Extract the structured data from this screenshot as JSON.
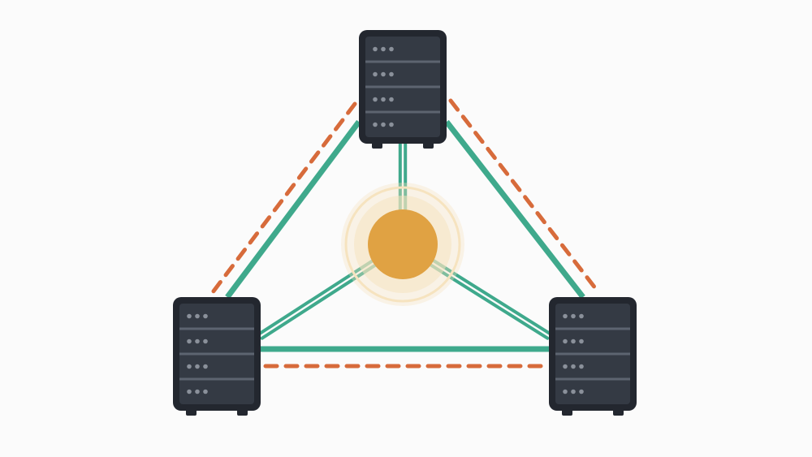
{
  "diagram": {
    "type": "network-topology",
    "colors": {
      "background": "#fbfbfb",
      "server_body": "#23272f",
      "server_slot": "#343a44",
      "server_line": "#5d6470",
      "server_led": "#8a909a",
      "link_solid": "#3fa98c",
      "link_dashed": "#d76b3b",
      "hub_core": "#e0a243",
      "hub_halo": "#f6e3bf"
    },
    "nodes": [
      {
        "id": "server-top",
        "kind": "server",
        "icon": "server-rack-icon",
        "slots": 4
      },
      {
        "id": "server-left",
        "kind": "server",
        "icon": "server-rack-icon",
        "slots": 4
      },
      {
        "id": "server-right",
        "kind": "server",
        "icon": "server-rack-icon",
        "slots": 4
      },
      {
        "id": "hub",
        "kind": "hub",
        "icon": "hub-circle-icon"
      }
    ],
    "links": [
      {
        "from": "server-top",
        "to": "server-left",
        "style": "solid"
      },
      {
        "from": "server-top",
        "to": "server-right",
        "style": "solid"
      },
      {
        "from": "server-left",
        "to": "server-right",
        "style": "solid"
      },
      {
        "from": "hub",
        "to": "server-top",
        "style": "double"
      },
      {
        "from": "hub",
        "to": "server-left",
        "style": "double"
      },
      {
        "from": "hub",
        "to": "server-right",
        "style": "double"
      },
      {
        "from": "server-top",
        "to": "server-left",
        "style": "dashed"
      },
      {
        "from": "server-top",
        "to": "server-right",
        "style": "dashed"
      },
      {
        "from": "server-left",
        "to": "server-right",
        "style": "dashed"
      }
    ]
  }
}
